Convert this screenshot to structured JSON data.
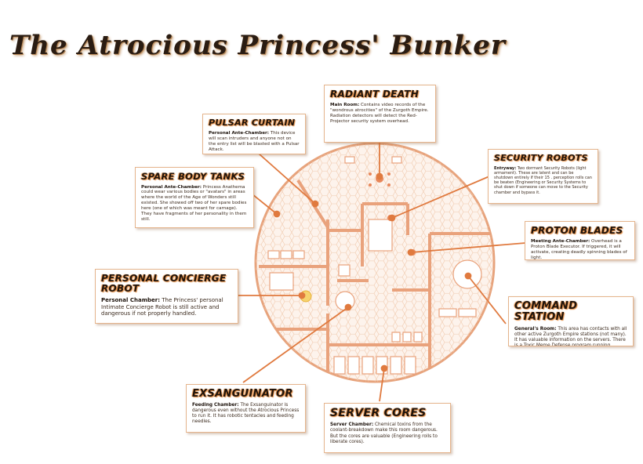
{
  "title": "The Atrocious Princess' Bunker",
  "colors": {
    "accent": "#e8875a",
    "line": "#e07a3f",
    "wall": "#e9a27c",
    "floor": "#fbeee4"
  },
  "rooms": [
    {
      "id": "radiant-death",
      "name": "RADIANT DEATH",
      "room_label": "Main Room:",
      "desc": "Contains video records of the \"wondrous atrocities\" of the Zurgoth Empire. Radiation detectors will detect the Red-Projector security system overhead."
    },
    {
      "id": "pulsar-curtain",
      "name": "PULSAR CURTAIN",
      "room_label": "Personal Ante-Chamber:",
      "desc": "This device will scan intruders and anyone not on the entry list will be blasted with a Pulsar Attack."
    },
    {
      "id": "spare-body-tanks",
      "name": "SPARE BODY TANKS",
      "room_label": "Personal Ante-Chamber:",
      "desc": "Princess Anathema could wear various bodies or \"avatars\" in areas where the world of the Age of Wonders still existed. She showed off two of her spare bodies here (one of which was meant for carnage). They have fragments of her personality in them still."
    },
    {
      "id": "security-robots",
      "name": "SECURITY ROBOTS",
      "room_label": "Entryway:",
      "desc": "Two dormant Security Robots (light armament). These are latent and can be shutdown entirely if their 15 . perception rolls can be beaten (Engineering or Security Systems to shut down if someone can move to the Security chamber and bypass it."
    },
    {
      "id": "proton-blades",
      "name": "PROTON BLADES",
      "room_label": "Meeting Ante-Chamber:",
      "desc": "Overhead is a Proton Blade Executor. If triggered, it will activate, creating deadly spinning blades of light."
    },
    {
      "id": "personal-concierge-robot",
      "name": "PERSONAL CONCIERGE ROBOT",
      "room_label": "Personal Chamber:",
      "desc": "The Princess' personal Intimate Concierge Robot is still active and dangerous if not properly handled."
    },
    {
      "id": "command-station",
      "name": "COMMAND STATION",
      "room_label": "General's Room:",
      "desc": "This area has contacts with all other active Zurgoth Empire stations (not many). It has valuable information on the servers. There is a Toxic Meme Defense program running."
    },
    {
      "id": "exsanguinator",
      "name": "EXSANGUINATOR",
      "room_label": "Feeding Chamber:",
      "desc": "The Exsanguinator is dangerous even without the Atrocious Princess to run it. It has robotic tentacles and feeding needles."
    },
    {
      "id": "server-cores",
      "name": "SERVER CORES",
      "room_label": "Server Chamber:",
      "desc": "Chemical toxins from the coolant-breakdown make this room dangerous. But the cores are valuable (Engineering rolls to liberate cores)."
    }
  ]
}
